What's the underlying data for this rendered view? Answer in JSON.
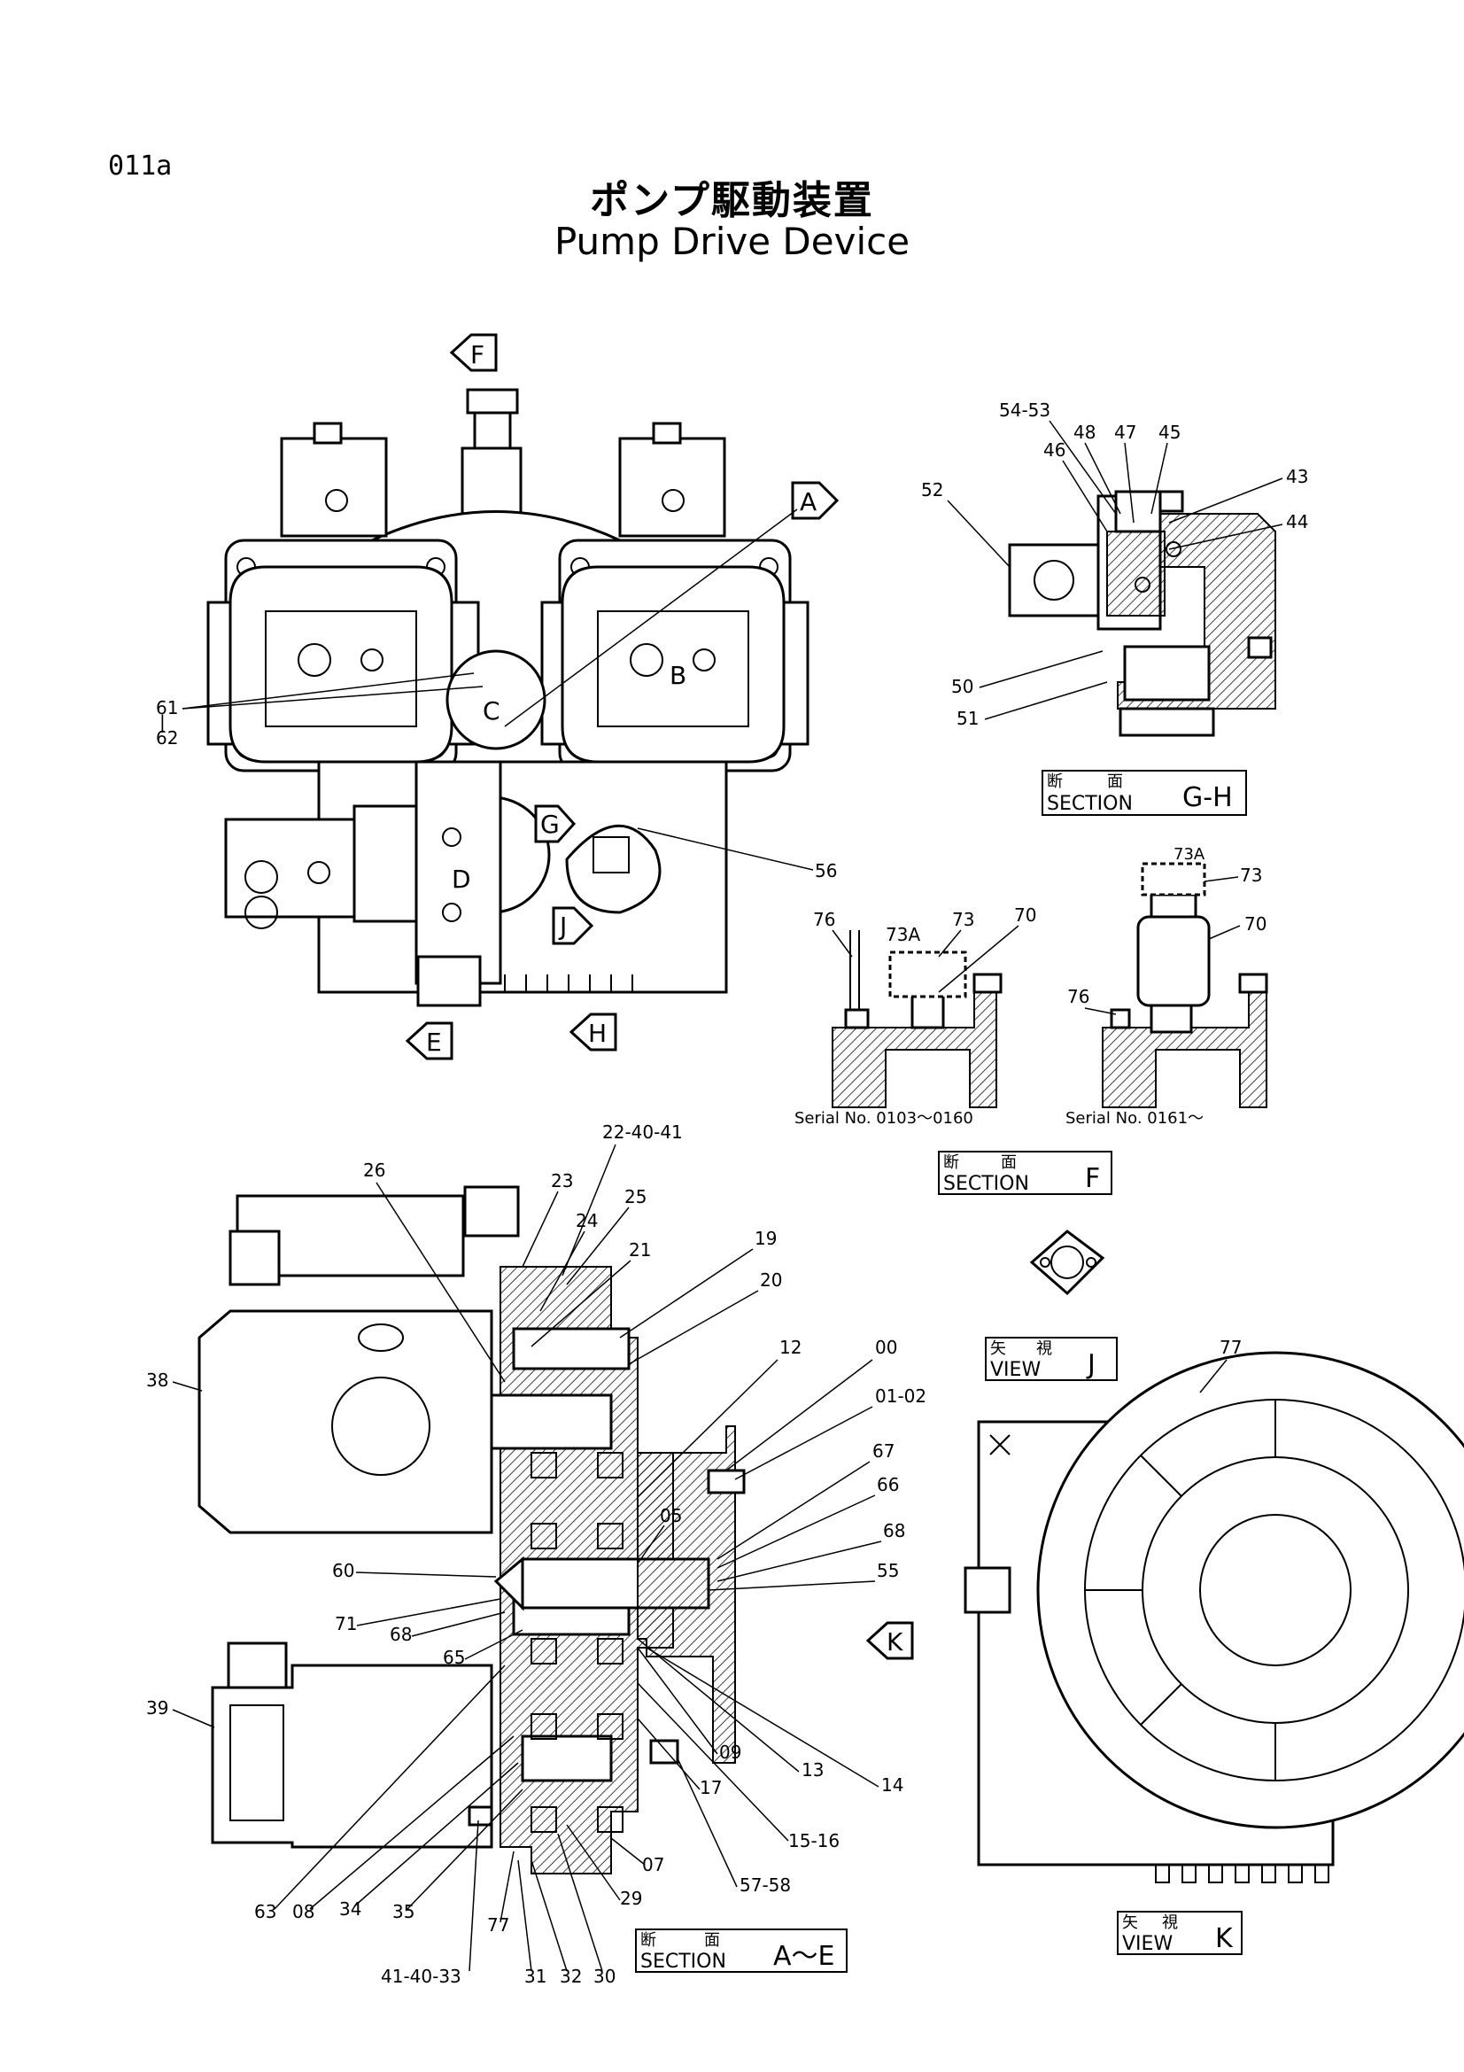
{
  "page_code": "011a",
  "title_jp": "ポンプ駆動装置",
  "title_en": "Pump Drive Device",
  "view_letters": {
    "A": "A",
    "B": "B",
    "C": "C",
    "D": "D",
    "E": "E",
    "F": "F",
    "G": "G",
    "H": "H",
    "J": "J",
    "K": "K"
  },
  "top_view_labels": {
    "p61": "61",
    "p62": "62",
    "p56": "56"
  },
  "section_gh": {
    "jp1": "断",
    "jp2": "面",
    "word": "SECTION",
    "id": "G-H",
    "parts": {
      "p5453": "54-53",
      "p48": "48",
      "p47": "47",
      "p45": "45",
      "p46": "46",
      "p43": "43",
      "p52": "52",
      "p44": "44",
      "p50": "50",
      "p51": "51"
    }
  },
  "section_f": {
    "jp1": "断",
    "jp2": "面",
    "word": "SECTION",
    "id": "F",
    "serial_left": "Serial No. 0103〜0160",
    "serial_right": "Serial No. 0161〜",
    "parts": {
      "p76": "76",
      "p73A": "73A",
      "p73": "73",
      "p70": "70"
    }
  },
  "view_j": {
    "jp1": "矢",
    "jp2": "視",
    "word": "VIEW",
    "id": "J"
  },
  "view_k": {
    "jp1": "矢",
    "jp2": "視",
    "word": "VIEW",
    "id": "K",
    "p77": "77"
  },
  "section_ae": {
    "jp1": "断",
    "jp2": "面",
    "word": "SECTION",
    "id": "A〜E",
    "parts": {
      "p224041": "22-40-41",
      "p26": "26",
      "p23": "23",
      "p25": "25",
      "p24": "24",
      "p21": "21",
      "p19": "19",
      "p20": "20",
      "p38": "38",
      "p12": "12",
      "p00": "00",
      "p0102": "01-02",
      "p67": "67",
      "p66": "66",
      "p05": "05",
      "p68a": "68",
      "p55": "55",
      "p60": "60",
      "p71": "71",
      "p68b": "68",
      "p65": "65",
      "p39": "39",
      "p09": "09",
      "p13": "13",
      "p14": "14",
      "p17": "17",
      "p1516": "15-16",
      "p07": "07",
      "p5758": "57-58",
      "p29": "29",
      "p63": "63",
      "p08": "08",
      "p34": "34",
      "p35": "35",
      "p77": "77",
      "p414033": "41-40-33",
      "p31": "31",
      "p32": "32",
      "p30": "30"
    }
  }
}
